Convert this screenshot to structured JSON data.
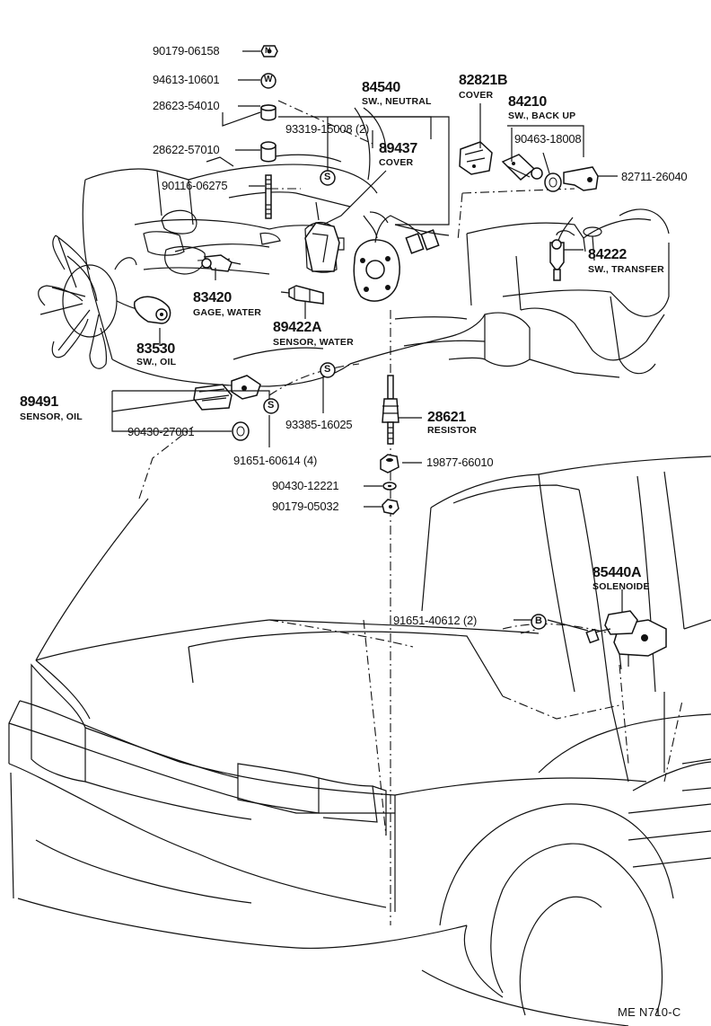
{
  "diagram": {
    "code": "ME  N710-C",
    "parts": [
      {
        "id": "p1",
        "number": "90179-06158"
      },
      {
        "id": "p2",
        "number": "94613-10601"
      },
      {
        "id": "p3",
        "number": "28623-54010"
      },
      {
        "id": "p4",
        "number": "28622-57010"
      },
      {
        "id": "p5",
        "number": "90116-06275"
      },
      {
        "id": "p6",
        "number": "93319-15008 (2)"
      },
      {
        "id": "p7",
        "number": "84540",
        "desc": "SW., NEUTRAL"
      },
      {
        "id": "p8",
        "number": "89437",
        "desc": "COVER"
      },
      {
        "id": "p9",
        "number": "82821B",
        "desc": "COVER"
      },
      {
        "id": "p10",
        "number": "84210",
        "desc": "SW., BACK UP"
      },
      {
        "id": "p11",
        "number": "90463-18008"
      },
      {
        "id": "p12",
        "number": "82711-26040"
      },
      {
        "id": "p13",
        "number": "84222",
        "desc": "SW., TRANSFER"
      },
      {
        "id": "p14",
        "number": "83420",
        "desc": "GAGE, WATER"
      },
      {
        "id": "p15",
        "number": "89422A",
        "desc": "SENSOR, WATER"
      },
      {
        "id": "p16",
        "number": "83530",
        "desc": "SW., OIL"
      },
      {
        "id": "p17",
        "number": "89491",
        "desc": "SENSOR, OIL"
      },
      {
        "id": "p18",
        "number": "90430-27001"
      },
      {
        "id": "p19",
        "number": "93385-16025"
      },
      {
        "id": "p20",
        "number": "28621",
        "desc": "RESISTOR"
      },
      {
        "id": "p21",
        "number": "91651-60614 (4)"
      },
      {
        "id": "p22",
        "number": "19877-66010"
      },
      {
        "id": "p23",
        "number": "90430-12221"
      },
      {
        "id": "p24",
        "number": "90179-05032"
      },
      {
        "id": "p25",
        "number": "85440A",
        "desc": "SOLENOIDE"
      },
      {
        "id": "p26",
        "number": "91651-40612 (2)"
      }
    ],
    "symbols": {
      "nut_glyph": "N",
      "washer_glyph": "W",
      "screw_glyph": "S",
      "bolt_glyph": "B"
    }
  }
}
